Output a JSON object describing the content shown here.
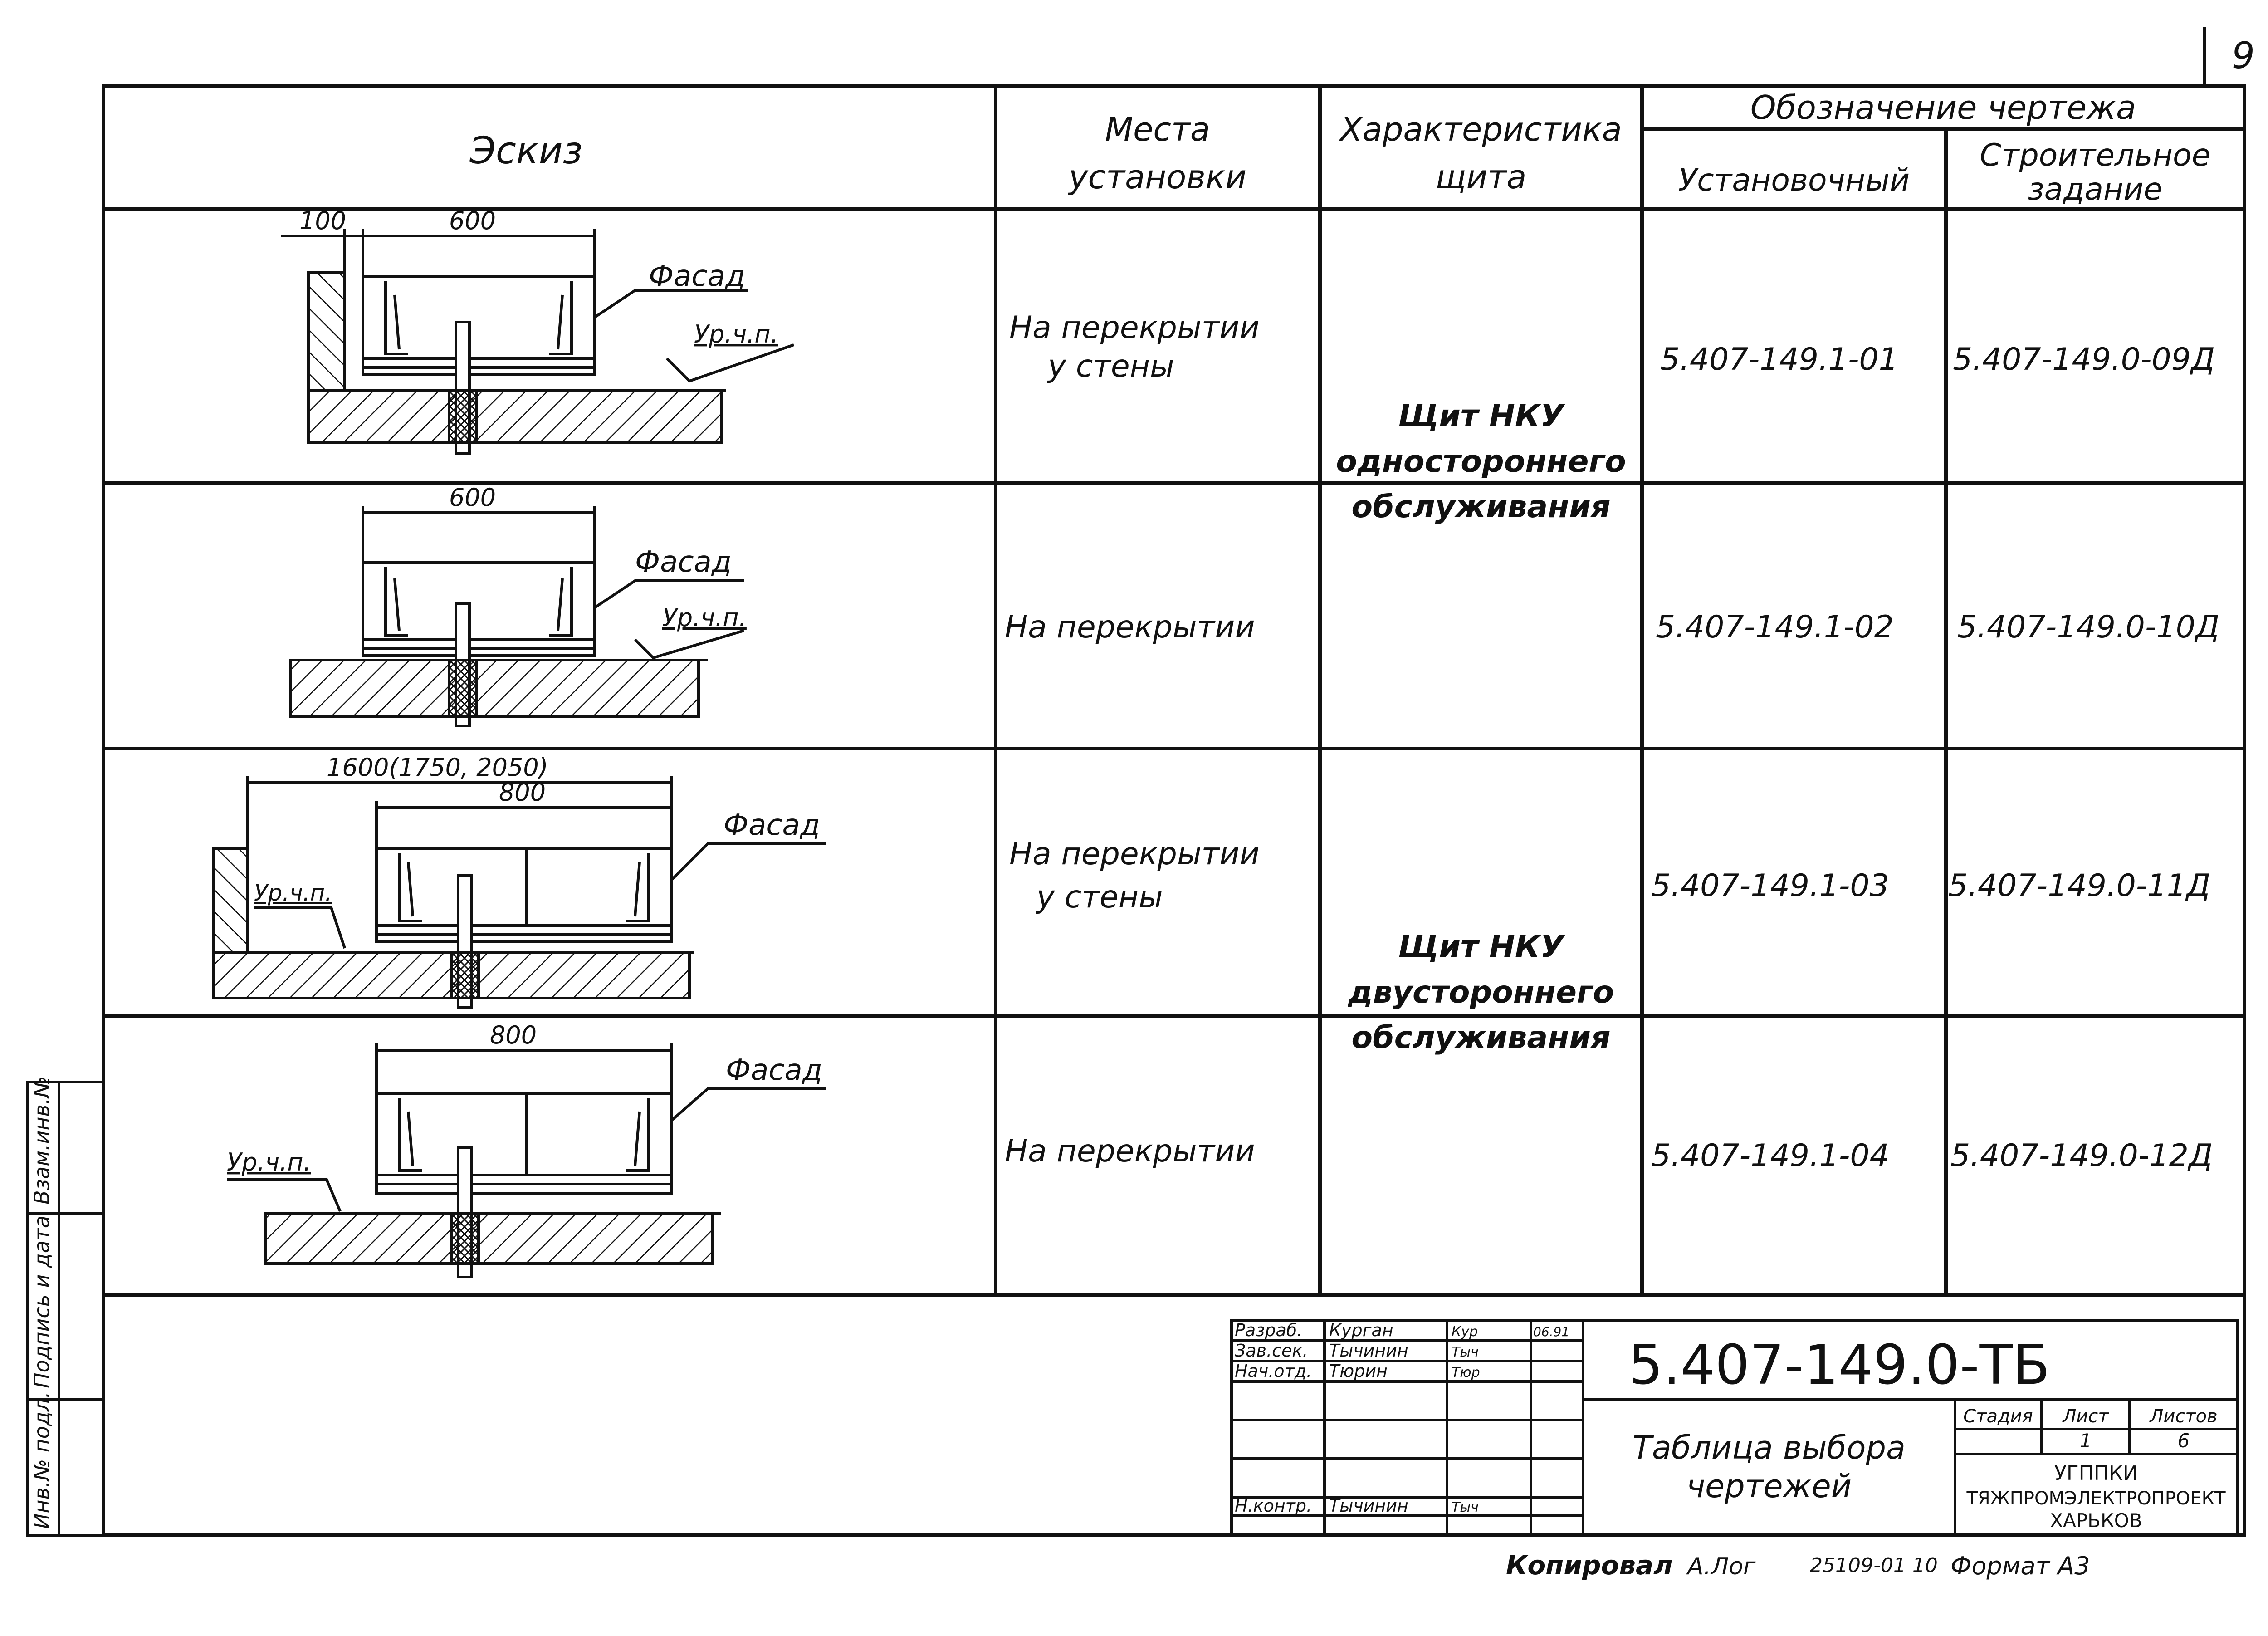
{
  "page_number": "9",
  "header": {
    "sketch": "Эскиз",
    "place_line1": "Места",
    "place_line2": "установки",
    "char_line1": "Характеристика",
    "char_line2": "щита",
    "designation": "Обозначение чертежа",
    "install": "Установочный",
    "build_line1": "Строительное",
    "build_line2": "задание"
  },
  "rows": [
    {
      "place_line1": "На перекрытии",
      "place_line2": "у стены",
      "install_code": "5.407-149.1-01",
      "build_code": "5.407-149.0-09Д"
    },
    {
      "place_line1": "На перекрытии",
      "place_line2": "",
      "install_code": "5.407-149.1-02",
      "build_code": "5.407-149.0-10Д"
    },
    {
      "place_line1": "На перекрытии",
      "place_line2": "у стены",
      "install_code": "5.407-149.1-03",
      "build_code": "5.407-149.0-11Д"
    },
    {
      "place_line1": "На перекрытии",
      "place_line2": "",
      "install_code": "5.407-149.1-04",
      "build_code": "5.407-149.0-12Д"
    }
  ],
  "groups": [
    {
      "line1": "Щит НКУ",
      "line2": "одностороннего",
      "line3": "обслуживания"
    },
    {
      "line1": "Щит НКУ",
      "line2": "двустороннего",
      "line3": "обслуживания"
    }
  ],
  "sketch_labels": {
    "s1_dim_a": "100",
    "s1_dim_b": "600",
    "s2_dim": "600",
    "s3_dim_total": "1600(1750, 2050)",
    "s3_dim": "800",
    "s4_dim": "800",
    "facade": "Фасад",
    "floor_level": "Ур.ч.п."
  },
  "side_stamps": [
    "Инв.№ подл.",
    "Подпись и дата",
    "Взам.инв.№"
  ],
  "title_block": {
    "code": "5.407-149.0-ТБ",
    "title_line1": "Таблица выбора",
    "title_line2": "чертежей",
    "roles": [
      {
        "role": "Разраб.",
        "name": "Курган",
        "sign": "Кур",
        "date": "06.91"
      },
      {
        "role": "Зав.сек.",
        "name": "Тычинин",
        "sign": "Тыч",
        "date": ""
      },
      {
        "role": "Нач.отд.",
        "name": "Тюрин",
        "sign": "Тюр",
        "date": ""
      }
    ],
    "control_role": "Н.контр.",
    "control_name": "Тычинин",
    "control_sign": "Тыч",
    "stage_label": "Стадия",
    "sheet_label": "Лист",
    "sheets_label": "Листов",
    "stage_value": "",
    "sheet_value": "1",
    "sheets_value": "6",
    "org_line1": "УГППКИ",
    "org_line2": "ТЯЖПРОМЭЛЕКТРОПРОЕКТ",
    "org_line3": "ХАРЬКОВ"
  },
  "footer": {
    "copied": "Копировал",
    "copier": "А.Лог",
    "order": "25109-01 10",
    "format": "Формат А3"
  }
}
